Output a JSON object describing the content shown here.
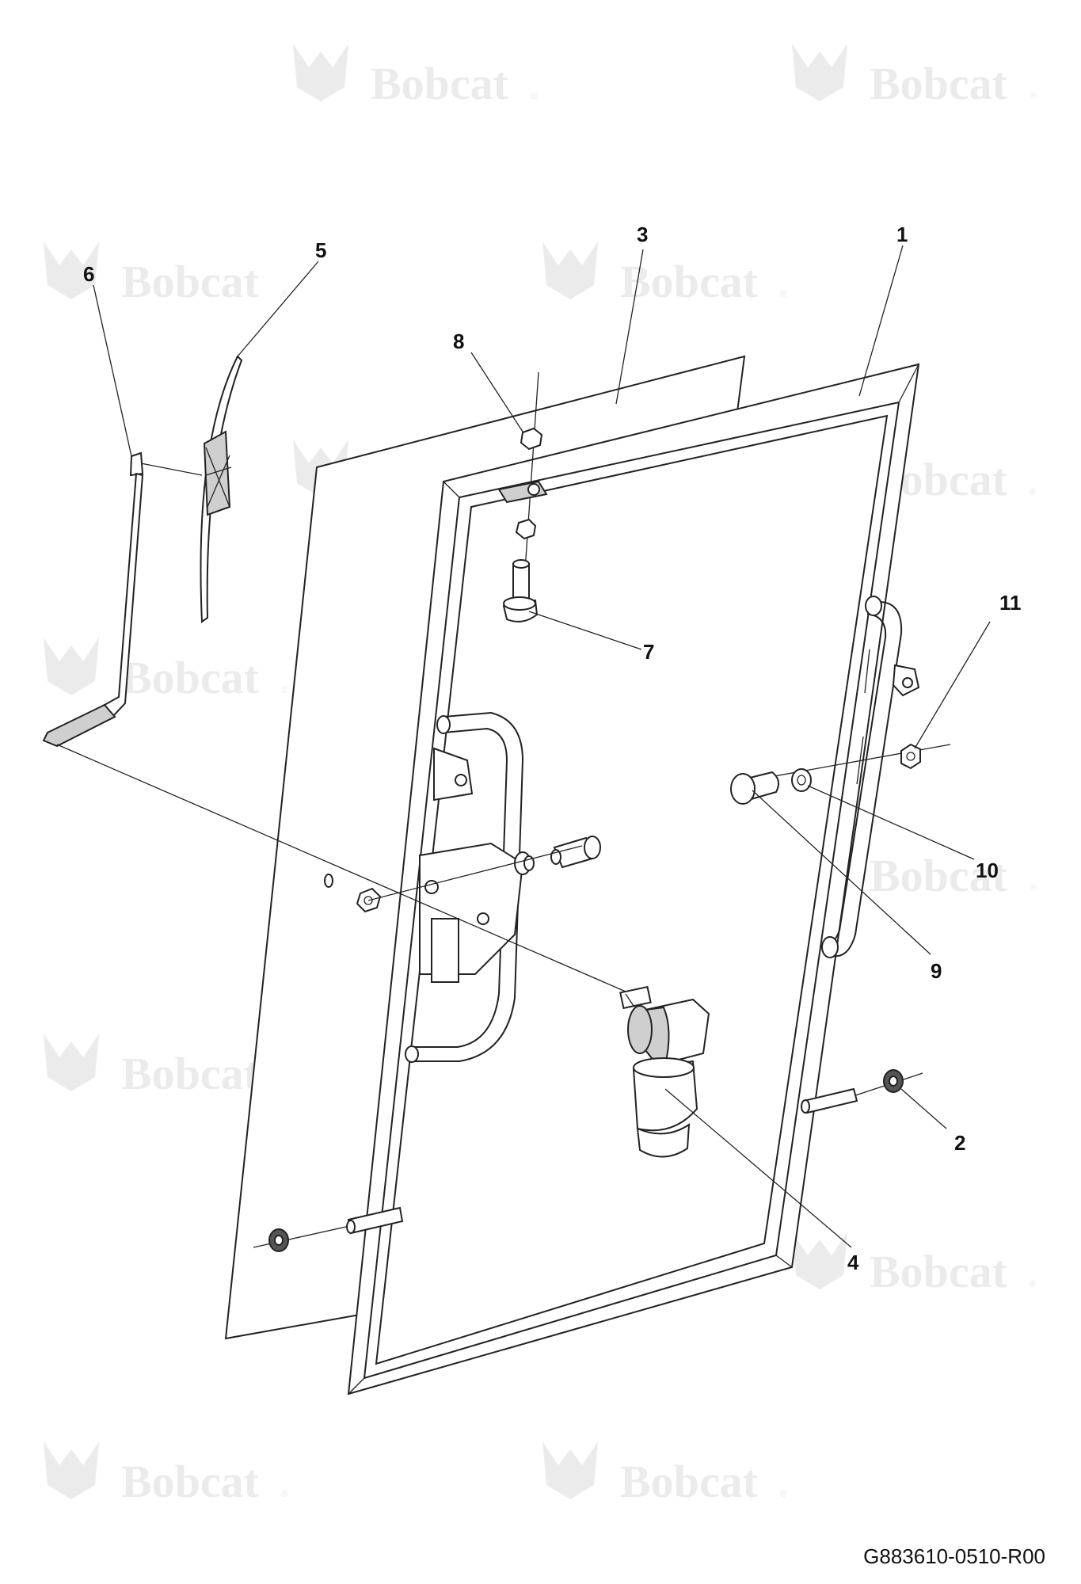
{
  "watermark": {
    "text": "Bobcat",
    "mark": "®"
  },
  "callouts": [
    {
      "id": "c1",
      "label": "1"
    },
    {
      "id": "c2",
      "label": "2"
    },
    {
      "id": "c3",
      "label": "3"
    },
    {
      "id": "c4",
      "label": "4"
    },
    {
      "id": "c5",
      "label": "5"
    },
    {
      "id": "c6",
      "label": "6"
    },
    {
      "id": "c7",
      "label": "7"
    },
    {
      "id": "c8",
      "label": "8"
    },
    {
      "id": "c9",
      "label": "9"
    },
    {
      "id": "c10",
      "label": "10"
    },
    {
      "id": "c11",
      "label": "11"
    }
  ],
  "drawing_number": "G883610-0510-R00"
}
